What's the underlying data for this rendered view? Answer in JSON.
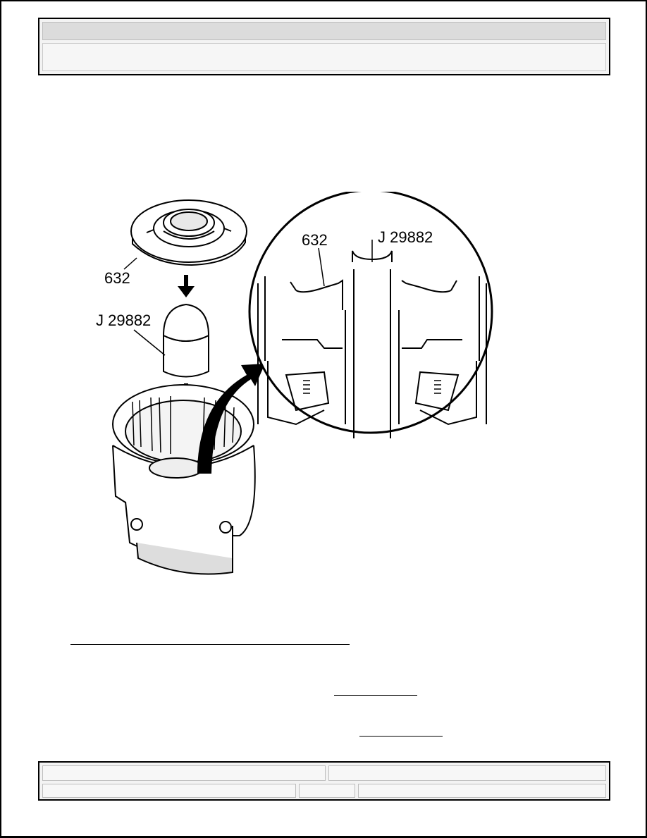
{
  "header": {
    "title": "",
    "subtitle": ""
  },
  "figure": {
    "labels": {
      "part_632": "632",
      "tool_j29882": "J 29882",
      "inset_632": "632",
      "inset_j29882": "J 29882"
    }
  },
  "links": {
    "link1": "",
    "link2": "",
    "link3": ""
  },
  "footer": {
    "cell_left": "",
    "cell_right": "",
    "cell_b1": "",
    "cell_b2": "",
    "cell_b3": ""
  }
}
